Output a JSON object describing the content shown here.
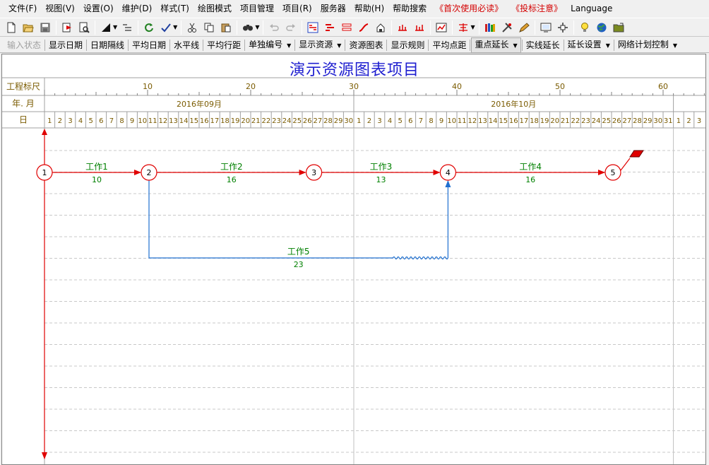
{
  "menu": {
    "items": [
      {
        "label": "文件(F)",
        "red": false
      },
      {
        "label": "视图(V)",
        "red": false
      },
      {
        "label": "设置(O)",
        "red": false
      },
      {
        "label": "维护(D)",
        "red": false
      },
      {
        "label": "样式(T)",
        "red": false
      },
      {
        "label": "绘图模式",
        "red": false
      },
      {
        "label": "项目管理",
        "red": false
      },
      {
        "label": "项目(R)",
        "red": false
      },
      {
        "label": "服务器",
        "red": false
      },
      {
        "label": "帮助(H)",
        "red": false
      },
      {
        "label": "帮助搜索",
        "red": false
      },
      {
        "label": "《首次使用必读》",
        "red": true
      },
      {
        "label": "《投标注意》",
        "red": true
      },
      {
        "label": "Language",
        "red": false
      }
    ]
  },
  "toolbar": {
    "icons": [
      "new-icon",
      "open-icon",
      "save-icon",
      "|",
      "export-icon",
      "print-preview-icon",
      "|",
      "triangle-icon",
      "indent-icon",
      "|",
      "refresh-icon",
      "check-icon",
      "|",
      "cut-icon",
      "copy-icon",
      "paste-icon",
      "|",
      "find-icon",
      "|",
      "undo-icon",
      "redo-icon",
      "|",
      "network-icon",
      "bar-icon",
      "resource-icon",
      "curve-icon",
      "house-icon",
      "|",
      "split-icon",
      "merge-icon",
      "|",
      "calendar-icon",
      "|",
      "align-icon",
      "|",
      "books-icon",
      "tools-icon",
      "edit-icon",
      "|",
      "screen-icon",
      "move-icon",
      "|",
      "bulb-icon",
      "globe-icon",
      "folder-icon"
    ]
  },
  "toolbar2": {
    "items": [
      {
        "label": "输入状态",
        "disabled": true,
        "dropdown": false,
        "pressed": false
      },
      {
        "label": "显示日期",
        "disabled": false,
        "dropdown": false,
        "pressed": false
      },
      {
        "label": "日期隔线",
        "disabled": false,
        "dropdown": false,
        "pressed": false
      },
      {
        "label": "平均日期",
        "disabled": false,
        "dropdown": false,
        "pressed": false
      },
      {
        "label": "水平线",
        "disabled": false,
        "dropdown": false,
        "pressed": false
      },
      {
        "label": "平均行距",
        "disabled": false,
        "dropdown": false,
        "pressed": false
      },
      {
        "label": "单独编号",
        "disabled": false,
        "dropdown": true,
        "pressed": false
      },
      {
        "label": "显示资源",
        "disabled": false,
        "dropdown": true,
        "pressed": false
      },
      {
        "label": "资源图表",
        "disabled": false,
        "dropdown": false,
        "pressed": false
      },
      {
        "label": "显示规则",
        "disabled": false,
        "dropdown": false,
        "pressed": false
      },
      {
        "label": "平均点距",
        "disabled": false,
        "dropdown": false,
        "pressed": false
      },
      {
        "label": "重点延长",
        "disabled": false,
        "dropdown": true,
        "pressed": true
      },
      {
        "label": "实线延长",
        "disabled": false,
        "dropdown": false,
        "pressed": false
      },
      {
        "label": "延长设置",
        "disabled": false,
        "dropdown": true,
        "pressed": false
      },
      {
        "label": "网络计划控制",
        "disabled": false,
        "dropdown": true,
        "pressed": false
      }
    ]
  },
  "chart": {
    "title": "演示资源图表项目",
    "row_labels": {
      "ruler": "工程标尺",
      "month": "年. 月",
      "day": "日"
    },
    "ruler_ticks": [
      "10",
      "20",
      "30",
      "40",
      "50",
      "60"
    ],
    "months": [
      "2016年09月",
      "2016年10月"
    ],
    "days": [
      "1",
      "2",
      "3",
      "4",
      "5",
      "6",
      "7",
      "8",
      "9",
      "10",
      "11",
      "12",
      "13",
      "14",
      "15",
      "16",
      "17",
      "18",
      "19",
      "20",
      "21",
      "22",
      "23",
      "24",
      "25",
      "26",
      "27",
      "28",
      "29",
      "30",
      "1",
      "2",
      "3",
      "4",
      "5",
      "6",
      "7",
      "8",
      "9",
      "10",
      "11",
      "12",
      "13",
      "14",
      "15",
      "16",
      "17",
      "18",
      "19",
      "20",
      "21",
      "22",
      "23",
      "24",
      "25",
      "26",
      "27",
      "28",
      "29",
      "30",
      "31",
      "1",
      "2",
      "3"
    ],
    "nodes": [
      {
        "id": "1",
        "day": 0
      },
      {
        "id": "2",
        "day": 10
      },
      {
        "id": "3",
        "day": 26
      },
      {
        "id": "4",
        "day": 39
      },
      {
        "id": "5",
        "day": 55
      }
    ],
    "tasks": [
      {
        "name": "工作1",
        "duration": "10",
        "from": "1",
        "to": "2"
      },
      {
        "name": "工作2",
        "duration": "16",
        "from": "2",
        "to": "3"
      },
      {
        "name": "工作3",
        "duration": "13",
        "from": "3",
        "to": "4"
      },
      {
        "name": "工作4",
        "duration": "16",
        "from": "4",
        "to": "5"
      },
      {
        "name": "工作5",
        "duration": "23",
        "from": "2",
        "to": "4"
      }
    ],
    "colors": {
      "critical": "#e00000",
      "noncritical": "#2070d0",
      "label": "#008000",
      "header_text": "#7a5b00",
      "title": "#2020d0"
    }
  }
}
